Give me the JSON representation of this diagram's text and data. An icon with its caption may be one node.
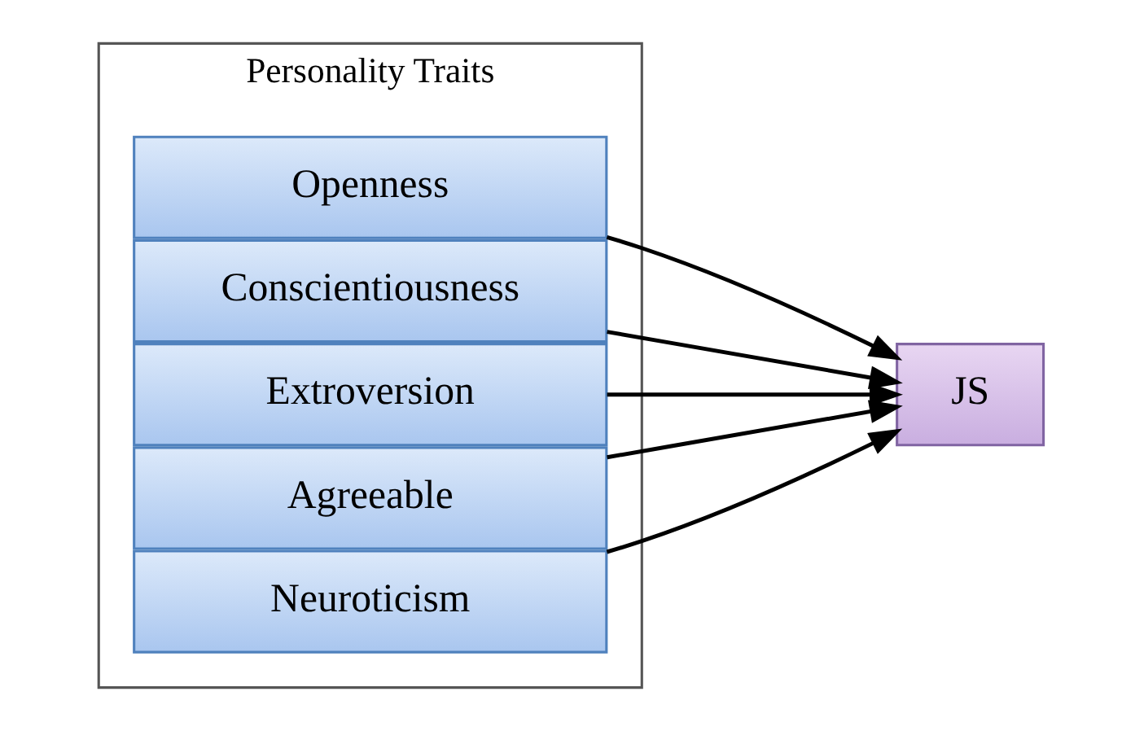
{
  "diagram": {
    "nodes": [
      {
        "text": [
          "Personality Traits"
        ]
      },
      {
        "text": [
          "Openness"
        ],
        "in": 0
      },
      {
        "text": [
          "Conscientiousness"
        ],
        "in": 0
      },
      {
        "text": [
          "Extroversion"
        ],
        "in": 0
      },
      {
        "text": [
          "Agreeable"
        ],
        "in": 0
      },
      {
        "text": [
          "Neuroticism"
        ],
        "in": 0
      },
      {
        "text": [
          "JS"
        ]
      }
    ],
    "edges": [
      {
        "from": 1,
        "to": 6,
        "arrow": "to"
      },
      {
        "from": 2,
        "to": 6,
        "arrow": "to"
      },
      {
        "from": 3,
        "to": 6,
        "arrow": "to"
      },
      {
        "from": 4,
        "to": 6,
        "arrow": "to"
      },
      {
        "from": 5,
        "to": 6,
        "arrow": "to"
      }
    ]
  }
}
